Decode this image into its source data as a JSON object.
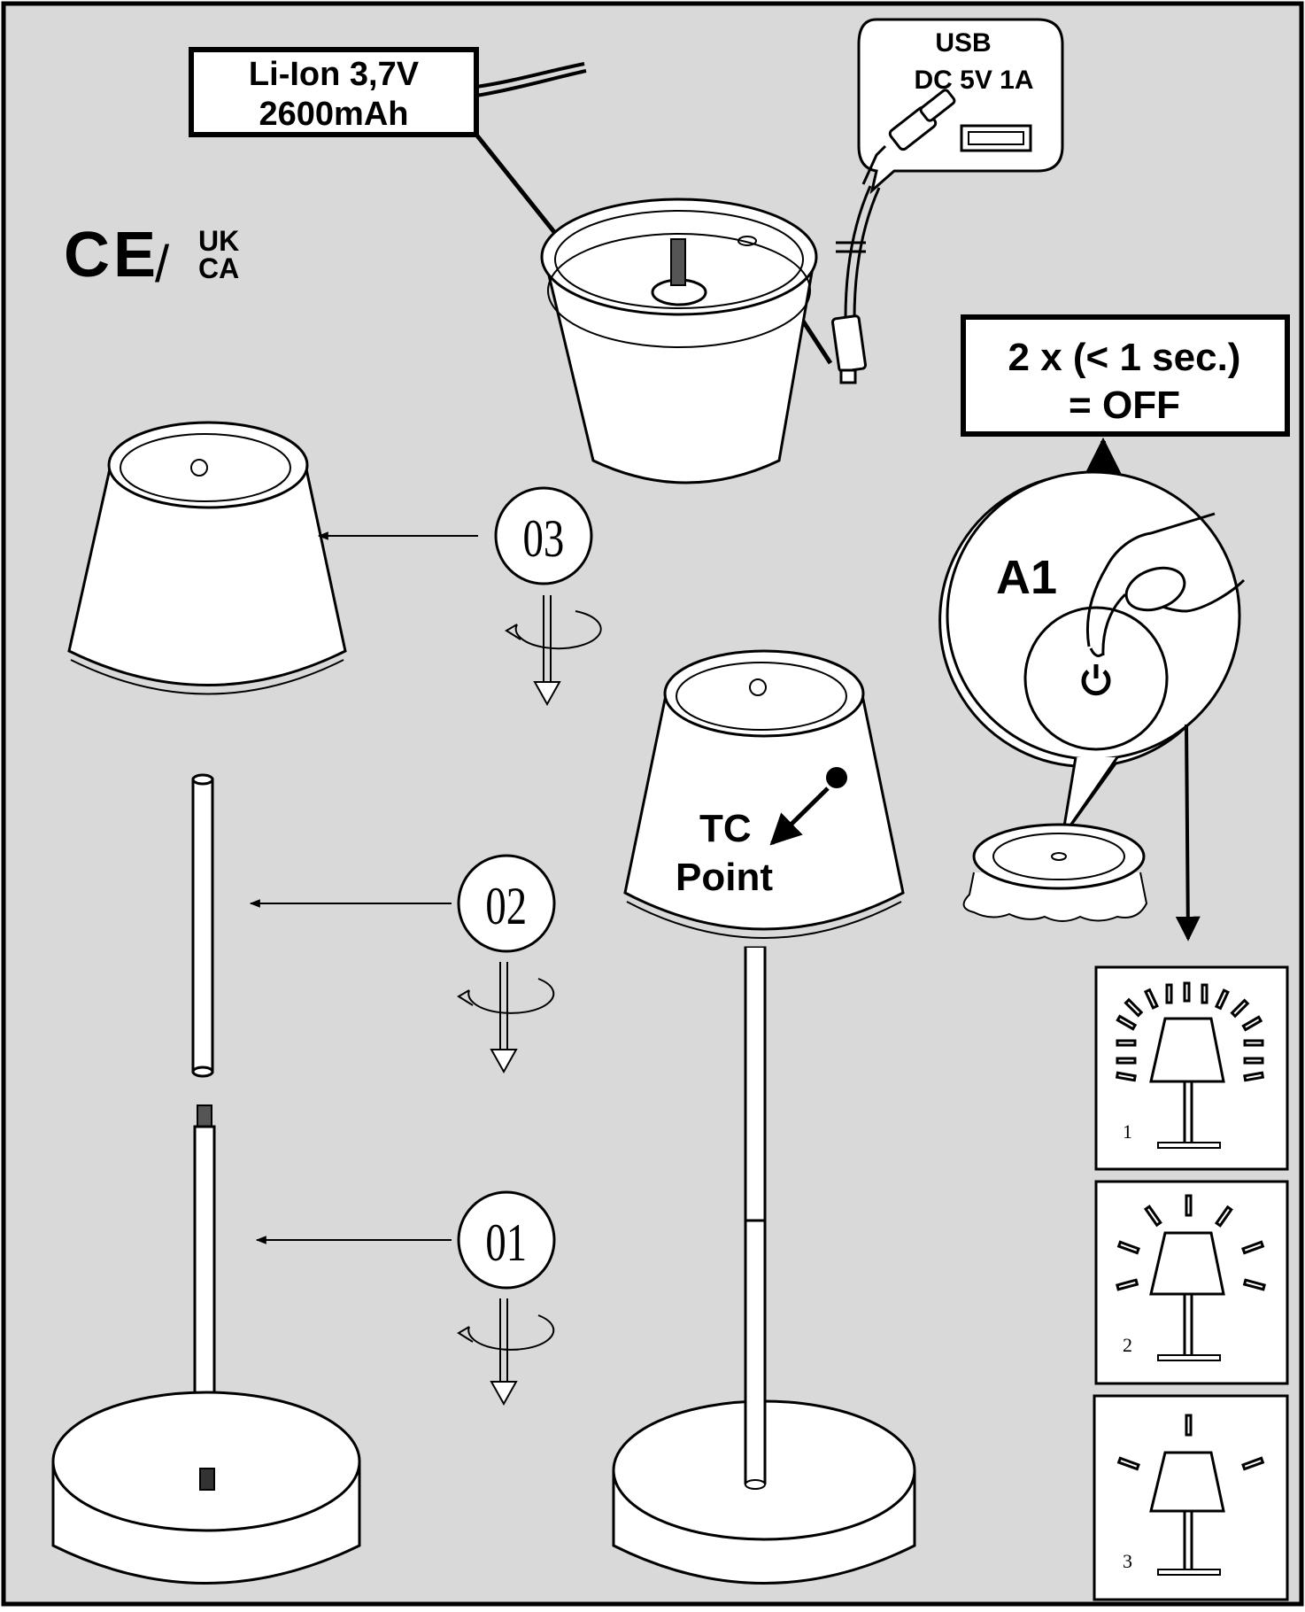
{
  "battery_label": {
    "line1": "Li-Ion 3,7V",
    "line2": "2600mAh"
  },
  "usb_label": {
    "line1": "USB",
    "line2": "DC 5V 1A"
  },
  "certification": {
    "ce": "CE",
    "separator": "/",
    "uk_top": "UK",
    "uk_bottom": "CA"
  },
  "off_instruction": {
    "line1": "2 x (< 1 sec.)",
    "line2": "= OFF"
  },
  "touch_label": "A1",
  "tc_point": {
    "line1": "TC",
    "line2": "Point"
  },
  "steps": [
    {
      "number": "03"
    },
    {
      "number": "02"
    },
    {
      "number": "01"
    }
  ],
  "brightness_levels": [
    "1",
    "2",
    "3"
  ],
  "colors": {
    "background": "#d9d9d9",
    "ink": "#000000",
    "part_fill": "#ffffff"
  },
  "icons": [
    "ce-mark-icon",
    "ukca-mark-icon",
    "power-icon",
    "rotate-screw-icon",
    "usb-c-plug-icon",
    "usb-a-port-icon",
    "hand-pointer-icon"
  ]
}
